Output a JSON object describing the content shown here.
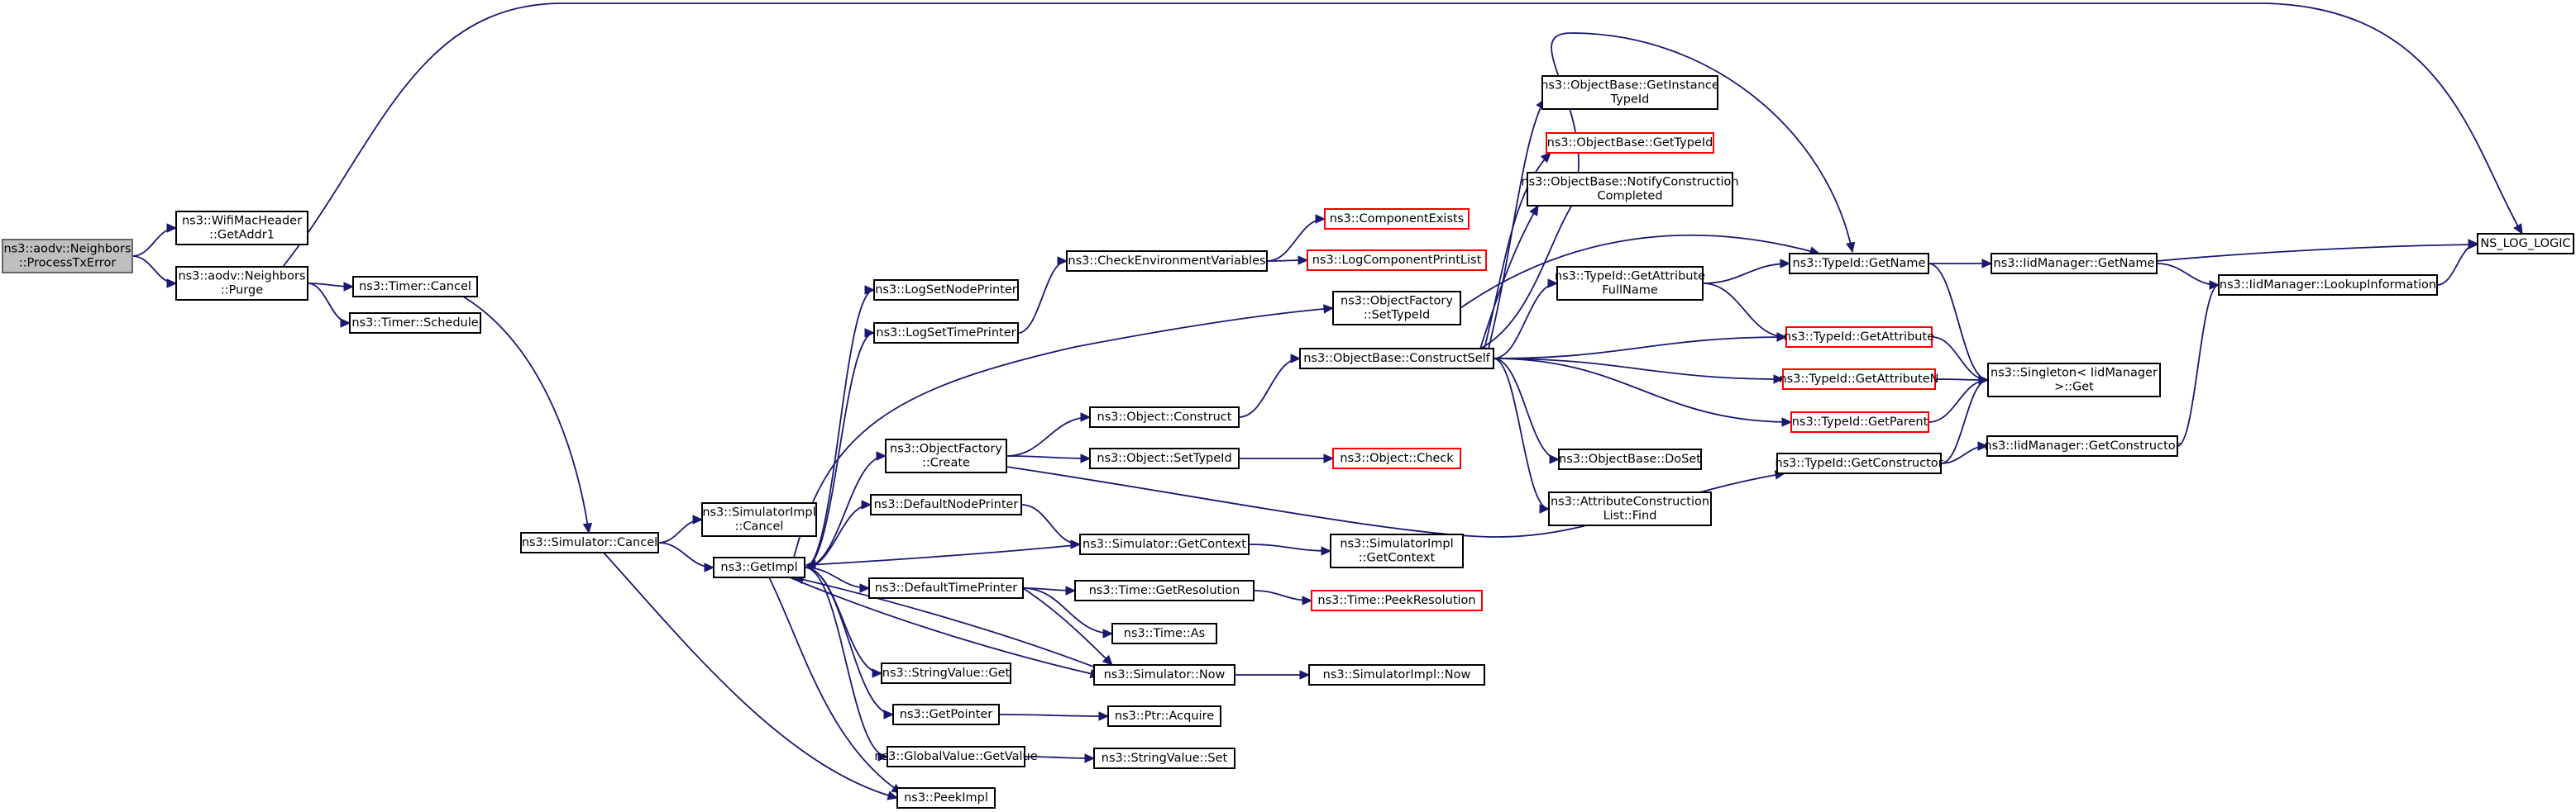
{
  "graph": {
    "nodes": [
      {
        "id": "process_tx_error",
        "lines": [
          "ns3::aodv::Neighbors",
          "::ProcessTxError"
        ],
        "style": "root"
      },
      {
        "id": "get_addr1",
        "lines": [
          "ns3::WifiMacHeader",
          "::GetAddr1"
        ]
      },
      {
        "id": "purge",
        "lines": [
          "ns3::aodv::Neighbors",
          "::Purge"
        ]
      },
      {
        "id": "timer_cancel",
        "lines": [
          "ns3::Timer::Cancel"
        ]
      },
      {
        "id": "timer_schedule",
        "lines": [
          "ns3::Timer::Schedule"
        ]
      },
      {
        "id": "simulator_cancel",
        "lines": [
          "ns3::Simulator::Cancel"
        ]
      },
      {
        "id": "simulatorimpl_cancel",
        "lines": [
          "ns3::SimulatorImpl",
          "::Cancel"
        ]
      },
      {
        "id": "get_impl",
        "lines": [
          "ns3::GetImpl"
        ]
      },
      {
        "id": "log_set_node_printer",
        "lines": [
          "ns3::LogSetNodePrinter"
        ]
      },
      {
        "id": "log_set_time_printer",
        "lines": [
          "ns3::LogSetTimePrinter"
        ]
      },
      {
        "id": "object_factory_create",
        "lines": [
          "ns3::ObjectFactory",
          "::Create"
        ]
      },
      {
        "id": "default_node_printer",
        "lines": [
          "ns3::DefaultNodePrinter"
        ]
      },
      {
        "id": "default_time_printer",
        "lines": [
          "ns3::DefaultTimePrinter"
        ]
      },
      {
        "id": "string_value_get",
        "lines": [
          "ns3::StringValue::Get"
        ]
      },
      {
        "id": "get_pointer",
        "lines": [
          "ns3::GetPointer"
        ]
      },
      {
        "id": "global_value_get_value",
        "lines": [
          "ns3::GlobalValue::GetValue"
        ]
      },
      {
        "id": "peek_impl",
        "lines": [
          "ns3::PeekImpl"
        ]
      },
      {
        "id": "check_env_vars",
        "lines": [
          "ns3::CheckEnvironmentVariables"
        ]
      },
      {
        "id": "component_exists",
        "lines": [
          "ns3::ComponentExists"
        ],
        "style": "red"
      },
      {
        "id": "log_component_print_list",
        "lines": [
          "ns3::LogComponentPrintList"
        ],
        "style": "red"
      },
      {
        "id": "object_factory_set_type_id",
        "lines": [
          "ns3::ObjectFactory",
          "::SetTypeId"
        ]
      },
      {
        "id": "object_construct",
        "lines": [
          "ns3::Object::Construct"
        ]
      },
      {
        "id": "object_set_type_id",
        "lines": [
          "ns3::Object::SetTypeId"
        ]
      },
      {
        "id": "object_check",
        "lines": [
          "ns3::Object::Check"
        ],
        "style": "red"
      },
      {
        "id": "simulator_get_context",
        "lines": [
          "ns3::Simulator::GetContext"
        ]
      },
      {
        "id": "simulatorimpl_get_context",
        "lines": [
          "ns3::SimulatorImpl",
          "::GetContext"
        ]
      },
      {
        "id": "time_get_resolution",
        "lines": [
          "ns3::Time::GetResolution"
        ]
      },
      {
        "id": "time_peek_resolution",
        "lines": [
          "ns3::Time::PeekResolution"
        ],
        "style": "red"
      },
      {
        "id": "time_as",
        "lines": [
          "ns3::Time::As"
        ]
      },
      {
        "id": "simulator_now",
        "lines": [
          "ns3::Simulator::Now"
        ]
      },
      {
        "id": "simulatorimpl_now",
        "lines": [
          "ns3::SimulatorImpl::Now"
        ]
      },
      {
        "id": "ptr_acquire",
        "lines": [
          "ns3::Ptr::Acquire"
        ]
      },
      {
        "id": "string_value_set",
        "lines": [
          "ns3::StringValue::Set"
        ]
      },
      {
        "id": "object_base_construct_self",
        "lines": [
          "ns3::ObjectBase::ConstructSelf"
        ]
      },
      {
        "id": "object_base_get_instance_type_id",
        "lines": [
          "ns3::ObjectBase::GetInstance",
          "TypeId"
        ]
      },
      {
        "id": "object_base_get_type_id",
        "lines": [
          "ns3::ObjectBase::GetTypeId"
        ],
        "style": "red"
      },
      {
        "id": "object_base_notify_construction_completed",
        "lines": [
          "ns3::ObjectBase::NotifyConstruction",
          "Completed"
        ]
      },
      {
        "id": "type_id_get_attribute_full_name",
        "lines": [
          "ns3::TypeId::GetAttribute",
          "FullName"
        ]
      },
      {
        "id": "object_base_do_set",
        "lines": [
          "ns3::ObjectBase::DoSet"
        ]
      },
      {
        "id": "attribute_construction_list_find",
        "lines": [
          "ns3::AttributeConstruction",
          "List::Find"
        ]
      },
      {
        "id": "type_id_get_name",
        "lines": [
          "ns3::TypeId::GetName"
        ]
      },
      {
        "id": "type_id_get_attribute",
        "lines": [
          "ns3::TypeId::GetAttribute"
        ],
        "style": "red"
      },
      {
        "id": "type_id_get_attribute_n",
        "lines": [
          "ns3::TypeId::GetAttributeN"
        ],
        "style": "red"
      },
      {
        "id": "type_id_get_parent",
        "lines": [
          "ns3::TypeId::GetParent"
        ],
        "style": "red"
      },
      {
        "id": "type_id_get_constructor",
        "lines": [
          "ns3::TypeId::GetConstructor"
        ]
      },
      {
        "id": "iid_manager_get_name",
        "lines": [
          "ns3::IidManager::GetName"
        ]
      },
      {
        "id": "singleton_iid_manager_get",
        "lines": [
          "ns3::Singleton< IidManager",
          ">::Get"
        ]
      },
      {
        "id": "iid_manager_get_constructor",
        "lines": [
          "ns3::IidManager::GetConstructor"
        ]
      },
      {
        "id": "iid_manager_lookup_information",
        "lines": [
          "ns3::IidManager::LookupInformation"
        ]
      },
      {
        "id": "ns_log_logic",
        "lines": [
          "NS_LOG_LOGIC"
        ]
      }
    ],
    "edges": [
      [
        "process_tx_error",
        "get_addr1"
      ],
      [
        "process_tx_error",
        "purge"
      ],
      [
        "purge",
        "ns_log_logic"
      ],
      [
        "purge",
        "timer_cancel"
      ],
      [
        "purge",
        "timer_schedule"
      ],
      [
        "timer_cancel",
        "simulator_cancel"
      ],
      [
        "simulator_cancel",
        "simulatorimpl_cancel"
      ],
      [
        "simulator_cancel",
        "get_impl"
      ],
      [
        "simulator_cancel",
        "peek_impl"
      ],
      [
        "get_impl",
        "log_set_node_printer"
      ],
      [
        "get_impl",
        "log_set_time_printer"
      ],
      [
        "get_impl",
        "object_factory_set_type_id"
      ],
      [
        "get_impl",
        "object_factory_create"
      ],
      [
        "get_impl",
        "default_node_printer"
      ],
      [
        "get_impl",
        "default_time_printer"
      ],
      [
        "get_impl",
        "simulator_now"
      ],
      [
        "get_impl",
        "string_value_get"
      ],
      [
        "get_impl",
        "get_pointer"
      ],
      [
        "get_impl",
        "global_value_get_value"
      ],
      [
        "get_impl",
        "peek_impl"
      ],
      [
        "log_set_time_printer",
        "check_env_vars"
      ],
      [
        "check_env_vars",
        "component_exists"
      ],
      [
        "check_env_vars",
        "log_component_print_list"
      ],
      [
        "object_factory_create",
        "object_construct"
      ],
      [
        "object_factory_create",
        "object_set_type_id"
      ],
      [
        "object_factory_create",
        "type_id_get_constructor"
      ],
      [
        "object_set_type_id",
        "object_check"
      ],
      [
        "object_construct",
        "object_base_construct_self"
      ],
      [
        "default_node_printer",
        "simulator_get_context"
      ],
      [
        "simulator_get_context",
        "get_impl"
      ],
      [
        "simulator_get_context",
        "simulatorimpl_get_context"
      ],
      [
        "default_time_printer",
        "time_get_resolution"
      ],
      [
        "default_time_printer",
        "time_as"
      ],
      [
        "default_time_printer",
        "simulator_now"
      ],
      [
        "time_get_resolution",
        "time_peek_resolution"
      ],
      [
        "simulator_now",
        "get_impl"
      ],
      [
        "simulator_now",
        "simulatorimpl_now"
      ],
      [
        "get_pointer",
        "ptr_acquire"
      ],
      [
        "global_value_get_value",
        "string_value_set"
      ],
      [
        "object_factory_set_type_id",
        "type_id_get_name"
      ],
      [
        "object_base_construct_self",
        "object_base_get_instance_type_id"
      ],
      [
        "object_base_construct_self",
        "object_base_get_type_id"
      ],
      [
        "object_base_construct_self",
        "object_base_notify_construction_completed"
      ],
      [
        "object_base_construct_self",
        "type_id_get_attribute_full_name"
      ],
      [
        "object_base_construct_self",
        "type_id_get_name"
      ],
      [
        "object_base_construct_self",
        "type_id_get_attribute"
      ],
      [
        "object_base_construct_self",
        "type_id_get_attribute_n"
      ],
      [
        "object_base_construct_self",
        "type_id_get_parent"
      ],
      [
        "object_base_construct_self",
        "object_base_do_set"
      ],
      [
        "object_base_construct_self",
        "attribute_construction_list_find"
      ],
      [
        "type_id_get_attribute_full_name",
        "type_id_get_name"
      ],
      [
        "type_id_get_attribute_full_name",
        "type_id_get_attribute"
      ],
      [
        "type_id_get_name",
        "iid_manager_get_name"
      ],
      [
        "type_id_get_name",
        "singleton_iid_manager_get"
      ],
      [
        "type_id_get_attribute",
        "singleton_iid_manager_get"
      ],
      [
        "type_id_get_attribute_n",
        "singleton_iid_manager_get"
      ],
      [
        "type_id_get_parent",
        "singleton_iid_manager_get"
      ],
      [
        "type_id_get_constructor",
        "singleton_iid_manager_get"
      ],
      [
        "type_id_get_constructor",
        "iid_manager_get_constructor"
      ],
      [
        "iid_manager_get_name",
        "ns_log_logic"
      ],
      [
        "iid_manager_get_name",
        "iid_manager_lookup_information"
      ],
      [
        "iid_manager_get_constructor",
        "iid_manager_lookup_information"
      ],
      [
        "iid_manager_lookup_information",
        "ns_log_logic"
      ]
    ]
  },
  "colors": {
    "edge": "#191970",
    "node_border": "#000000",
    "node_fill": "#ffffff",
    "root_fill": "#bfbfbf",
    "root_border": "#666666",
    "red_border": "#ff0000"
  }
}
